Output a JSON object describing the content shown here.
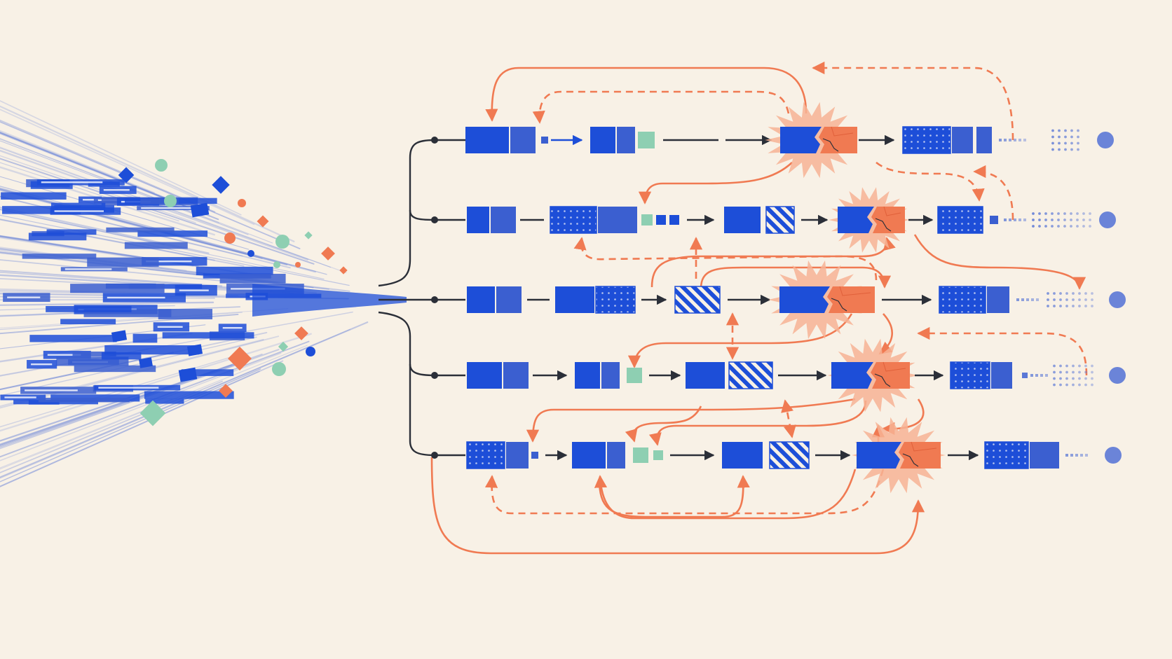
{
  "palette": {
    "background": "#f8f1e6",
    "blue": "#1d4ed8",
    "blue_mid": "#3b5fd0",
    "blue_light": "#5b78d6",
    "orange": "#f07a52",
    "orange_light": "#f7b394",
    "teal": "#8ecfb2",
    "ink": "#2b2f38"
  },
  "icons": {
    "broken_block": "cracked-block-icon",
    "burst": "burst-icon",
    "end_dot": "end-node-icon",
    "start_dot": "start-node-icon"
  },
  "diagram": {
    "type": "pipeline",
    "lanes": 5,
    "failing_stage_per_lane": [
      1,
      1,
      1,
      1,
      1
    ]
  }
}
